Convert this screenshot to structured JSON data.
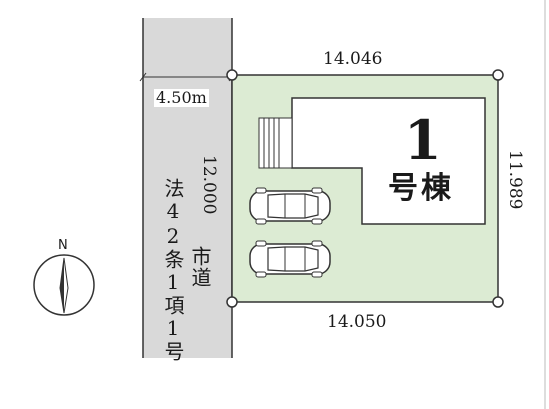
{
  "road": {
    "width_label": "4.50m",
    "type_label": "市道",
    "legal_label": "法42条1項1号"
  },
  "dimensions": {
    "top": "14.046",
    "bottom": "14.050",
    "left": "12.000",
    "right": "11.989"
  },
  "building": {
    "number": "1",
    "name": "号棟"
  },
  "compass": {
    "label": "N"
  },
  "colors": {
    "lot_fill": "#dcebd3",
    "road_fill": "#d9d9d9",
    "outline": "#333333"
  }
}
